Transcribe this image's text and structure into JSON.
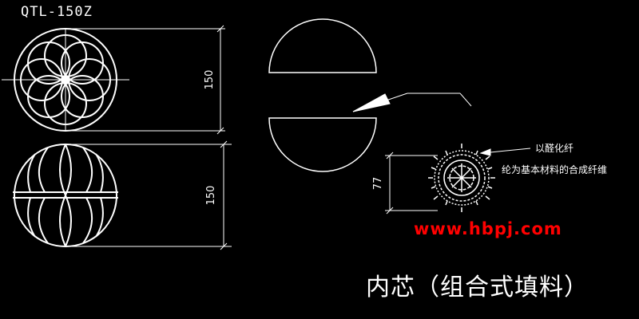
{
  "drawing": {
    "model_label": "QTL-150Z",
    "dim_top": "150",
    "dim_bottom": "150",
    "dim_inner": "77",
    "note_line1": "以醛化纤",
    "note_line2": "纶为基本材料的合成纤维",
    "watermark": "www.hbpj.com",
    "caption": "内芯（组合式填料）",
    "colors": {
      "background": "#000000",
      "lines": "#ffffff",
      "watermark": "#ff0000"
    }
  }
}
